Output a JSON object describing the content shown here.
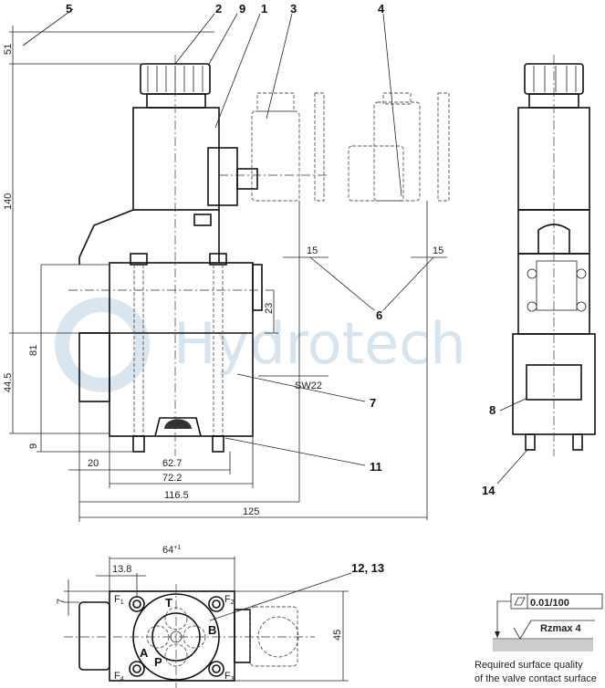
{
  "watermark": "Hydrotech",
  "callouts": {
    "c1": "1",
    "c2": "2",
    "c3": "3",
    "c4": "4",
    "c5": "5",
    "c6": "6",
    "c7": "7",
    "c8": "8",
    "c9": "9",
    "c11": "11",
    "c12_13": "12, 13",
    "c14": "14"
  },
  "dimensions": {
    "d51": "51",
    "d140": "140",
    "d81": "81",
    "d44_5": "44.5",
    "d9": "9",
    "d23": "23",
    "sw22": "SW22",
    "d15a": "15",
    "d15b": "15",
    "d20": "20",
    "d62_7": "62.7",
    "d72_2": "72.2",
    "d116_5": "116.5",
    "d125": "125",
    "d64": "64",
    "d64_tol": "+1",
    "d13_8": "13.8",
    "d7": "7",
    "d45": "45"
  },
  "ports": {
    "T": "T",
    "B": "B",
    "A": "A",
    "P": "P",
    "F1": "F",
    "F2": "F",
    "F3": "F",
    "F4": "F",
    "s1": "1",
    "s2": "2",
    "s3": "3",
    "s4": "4"
  },
  "surface": {
    "flatness": "0.01/100",
    "roughness": "Rzmax 4",
    "note_line1": "Required surface quality",
    "note_line2": "of the valve contact surface"
  },
  "colors": {
    "watermark": "#c9dcea",
    "line": "#111111",
    "surface": "#cccccc"
  }
}
